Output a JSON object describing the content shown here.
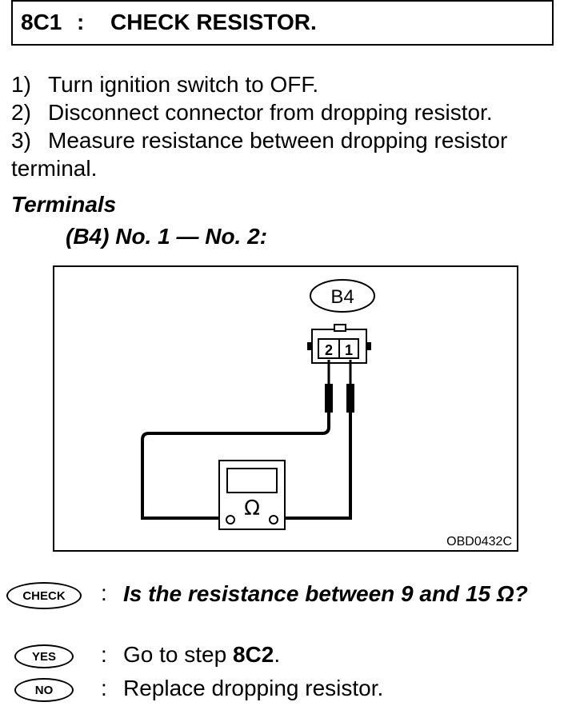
{
  "header": {
    "code": "8C1",
    "separator": ":",
    "title": "CHECK RESISTOR."
  },
  "steps": [
    {
      "num": "1)",
      "text": "Turn ignition switch to OFF."
    },
    {
      "num": "2)",
      "text": "Disconnect connector from dropping resistor."
    },
    {
      "num": "3)",
      "text": "Measure resistance between dropping resistor",
      "cont": "terminal."
    }
  ],
  "terminals": {
    "heading": "Terminals",
    "spec": "(B4) No. 1 — No. 2:"
  },
  "diagram": {
    "connector_label": "B4",
    "pin_left": "2",
    "pin_right": "1",
    "meter_symbol": "Ω",
    "figure_code": "OBD0432C"
  },
  "decision": {
    "check_badge": "CHECK",
    "yes_badge": "YES",
    "no_badge": "NO",
    "colon": ":",
    "question": "Is the resistance between 9 and 15 Ω?",
    "yes_prefix": "Go to step ",
    "yes_step": "8C2",
    "yes_suffix": ".",
    "no_text": "Replace dropping resistor."
  }
}
